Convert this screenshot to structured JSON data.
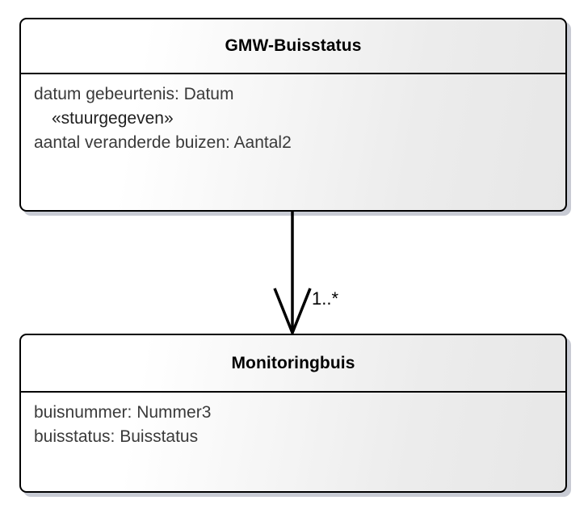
{
  "diagram": {
    "type": "uml-class-diagram",
    "background_color": "#ffffff",
    "classes": [
      {
        "id": "gmw-buisstatus",
        "name": "GMW-Buisstatus",
        "attributes": [
          {
            "text": "datum gebeurtenis: Datum",
            "is_stereotype": false
          },
          {
            "text": "«stuurgegeven»",
            "is_stereotype": true
          },
          {
            "text": "aantal veranderde buizen: Aantal2",
            "is_stereotype": false
          }
        ]
      },
      {
        "id": "monitoringbuis",
        "name": "Monitoringbuis",
        "attributes": [
          {
            "text": "buisnummer: Nummer3",
            "is_stereotype": false
          },
          {
            "text": "buisstatus: Buisstatus",
            "is_stereotype": false
          }
        ]
      }
    ],
    "association": {
      "from": "GMW-Buisstatus",
      "to": "Monitoringbuis",
      "arrowhead": "open",
      "multiplicity": "1..*"
    },
    "style": {
      "border_color": "#000000",
      "fill_gradient_from": "#ffffff",
      "fill_gradient_to": "#e7e7e7",
      "shadow_color": "#bec2cd",
      "title_color": "#000000",
      "attribute_color": "#3a3a3a"
    }
  }
}
